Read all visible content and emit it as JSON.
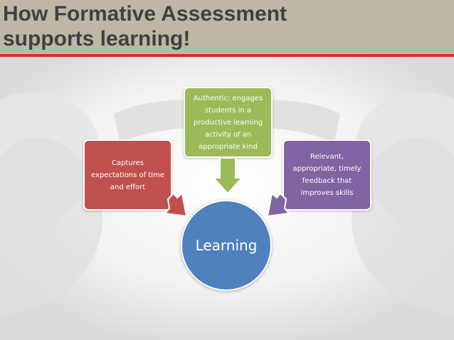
{
  "slide": {
    "title_line1": "How Formative Assessment",
    "title_line2": "supports learning!"
  },
  "diagram": {
    "center": "Learning",
    "boxes": {
      "left": "Captures expectations of time and effort",
      "top": "Authentic: engages students in a productive learning activity of an appropriate kind",
      "right": "Relevant, appropriate, timely feedback that improves skills"
    }
  },
  "colors": {
    "header_bg": "#bdb8a6",
    "accent_bar": "#e02a22",
    "red_box": "#c0504d",
    "green_box": "#9bbb59",
    "purple_box": "#8064a2",
    "center_circle": "#4f81bd"
  }
}
